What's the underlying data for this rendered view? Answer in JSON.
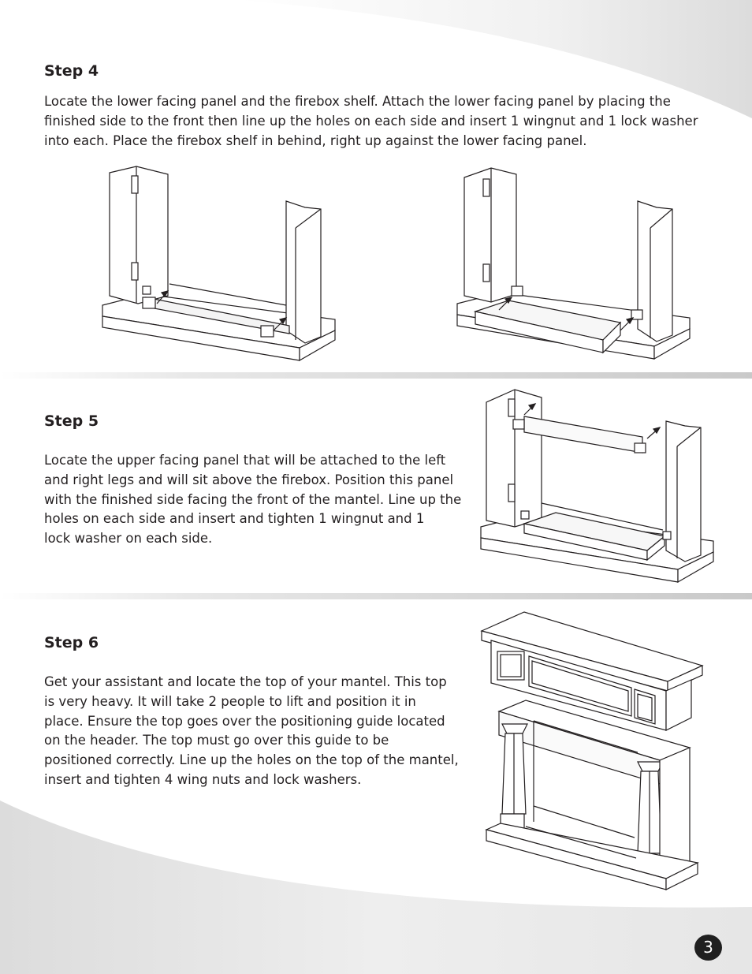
{
  "steps": [
    {
      "title": "Step 4",
      "text": "Locate the lower facing panel and the firebox shelf. Attach the lower facing panel by placing the\nfinished side to the front then line up the holes on each side and insert 1 wingnut and 1 lock washer\ninto each. Place the firebox shelf in behind, right up against the lower facing panel."
    },
    {
      "title": "Step 5",
      "text": "Locate the upper facing panel that will be attached to the left\nand right legs and will sit above the firebox. Position this panel\nwith the finished side facing the front of the mantel. Line up the\nholes on each side and insert and tighten 1 wingnut and 1\nlock washer on each side."
    },
    {
      "title": "Step 6",
      "text": "Get your assistant and locate the top of your mantel. This top\nis very heavy. It will take 2 people to lift and position it in\nplace. Ensure the top goes over the positioning guide located\non the header. The top must go over this guide to be\npositioned correctly. Line up the holes on the top of the mantel,\ninsert and tighten 4 wing nuts and lock washers."
    }
  ],
  "page_number": "3"
}
